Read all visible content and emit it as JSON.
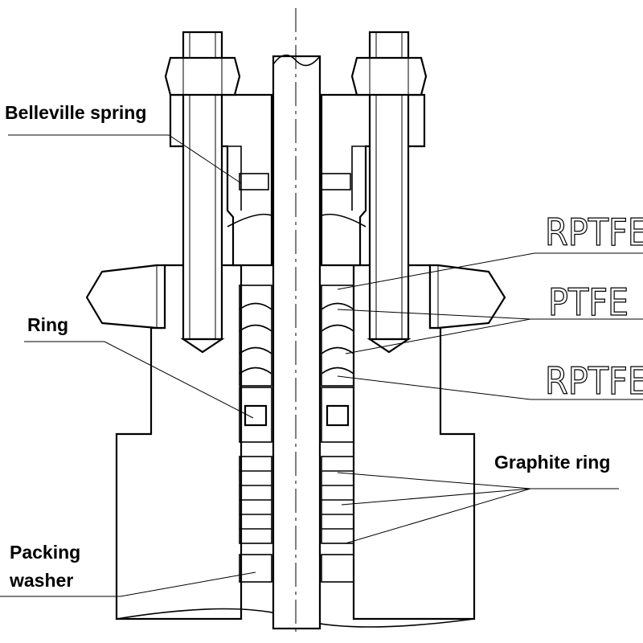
{
  "labels": {
    "belleville_spring": "Belleville spring",
    "rptfe_top": "RPTFE",
    "ptfe": "PTFE",
    "rptfe_bottom": "RPTFE",
    "ring": "Ring",
    "graphite_ring": "Graphite ring",
    "packing_line1": "Packing",
    "packing_line2": "washer"
  },
  "colors": {
    "line": "#000000",
    "background": "#ffffff"
  }
}
